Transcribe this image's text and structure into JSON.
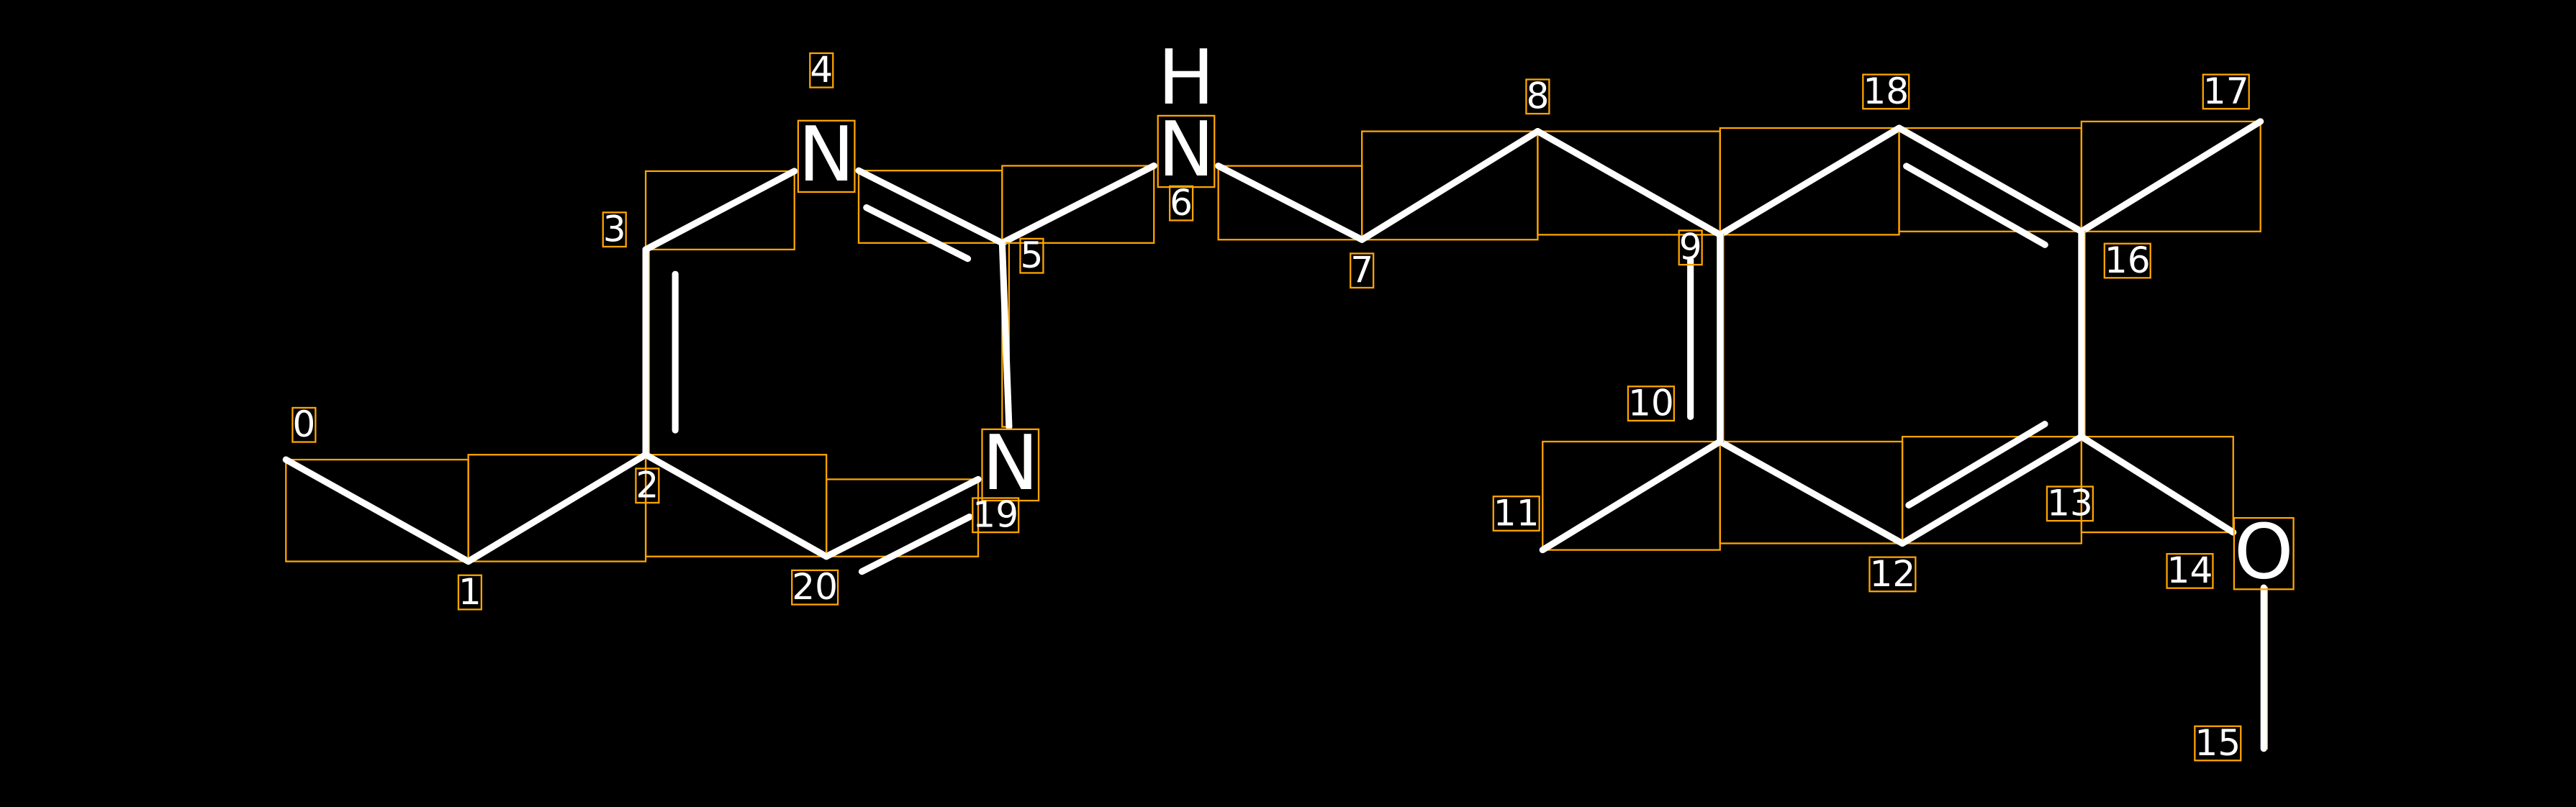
{
  "molecule": {
    "atoms": [
      {
        "index": "0",
        "element": "C"
      },
      {
        "index": "1",
        "element": "C"
      },
      {
        "index": "2",
        "element": "C"
      },
      {
        "index": "3",
        "element": "C"
      },
      {
        "index": "4",
        "element": "N",
        "label": "N"
      },
      {
        "index": "5",
        "element": "C"
      },
      {
        "index": "6",
        "element": "N",
        "label": "N",
        "h_label": "H"
      },
      {
        "index": "7",
        "element": "C"
      },
      {
        "index": "8",
        "element": "C"
      },
      {
        "index": "9",
        "element": "C"
      },
      {
        "index": "10",
        "element": "C"
      },
      {
        "index": "11",
        "element": "C"
      },
      {
        "index": "12",
        "element": "C"
      },
      {
        "index": "13",
        "element": "C"
      },
      {
        "index": "14",
        "element": "O",
        "label": "O"
      },
      {
        "index": "15",
        "element": "C"
      },
      {
        "index": "16",
        "element": "C"
      },
      {
        "index": "17",
        "element": "C"
      },
      {
        "index": "18",
        "element": "C"
      },
      {
        "index": "19",
        "element": "N",
        "label": "N"
      },
      {
        "index": "20",
        "element": "C"
      }
    ],
    "bonds": [
      [
        0,
        1,
        1
      ],
      [
        1,
        2,
        1
      ],
      [
        2,
        3,
        2
      ],
      [
        3,
        4,
        1
      ],
      [
        4,
        5,
        2
      ],
      [
        5,
        6,
        1
      ],
      [
        6,
        7,
        1
      ],
      [
        7,
        8,
        1
      ],
      [
        8,
        9,
        1
      ],
      [
        9,
        18,
        1
      ],
      [
        18,
        16,
        2
      ],
      [
        16,
        17,
        1
      ],
      [
        16,
        13,
        1
      ],
      [
        13,
        14,
        1
      ],
      [
        14,
        15,
        1
      ],
      [
        13,
        12,
        2
      ],
      [
        12,
        10,
        1
      ],
      [
        10,
        11,
        1
      ],
      [
        9,
        10,
        2
      ],
      [
        2,
        20,
        1
      ],
      [
        20,
        19,
        2
      ],
      [
        19,
        5,
        1
      ]
    ],
    "colors": {
      "bond": "#ffffff",
      "box": "#ffa500",
      "background": "#000000"
    }
  }
}
